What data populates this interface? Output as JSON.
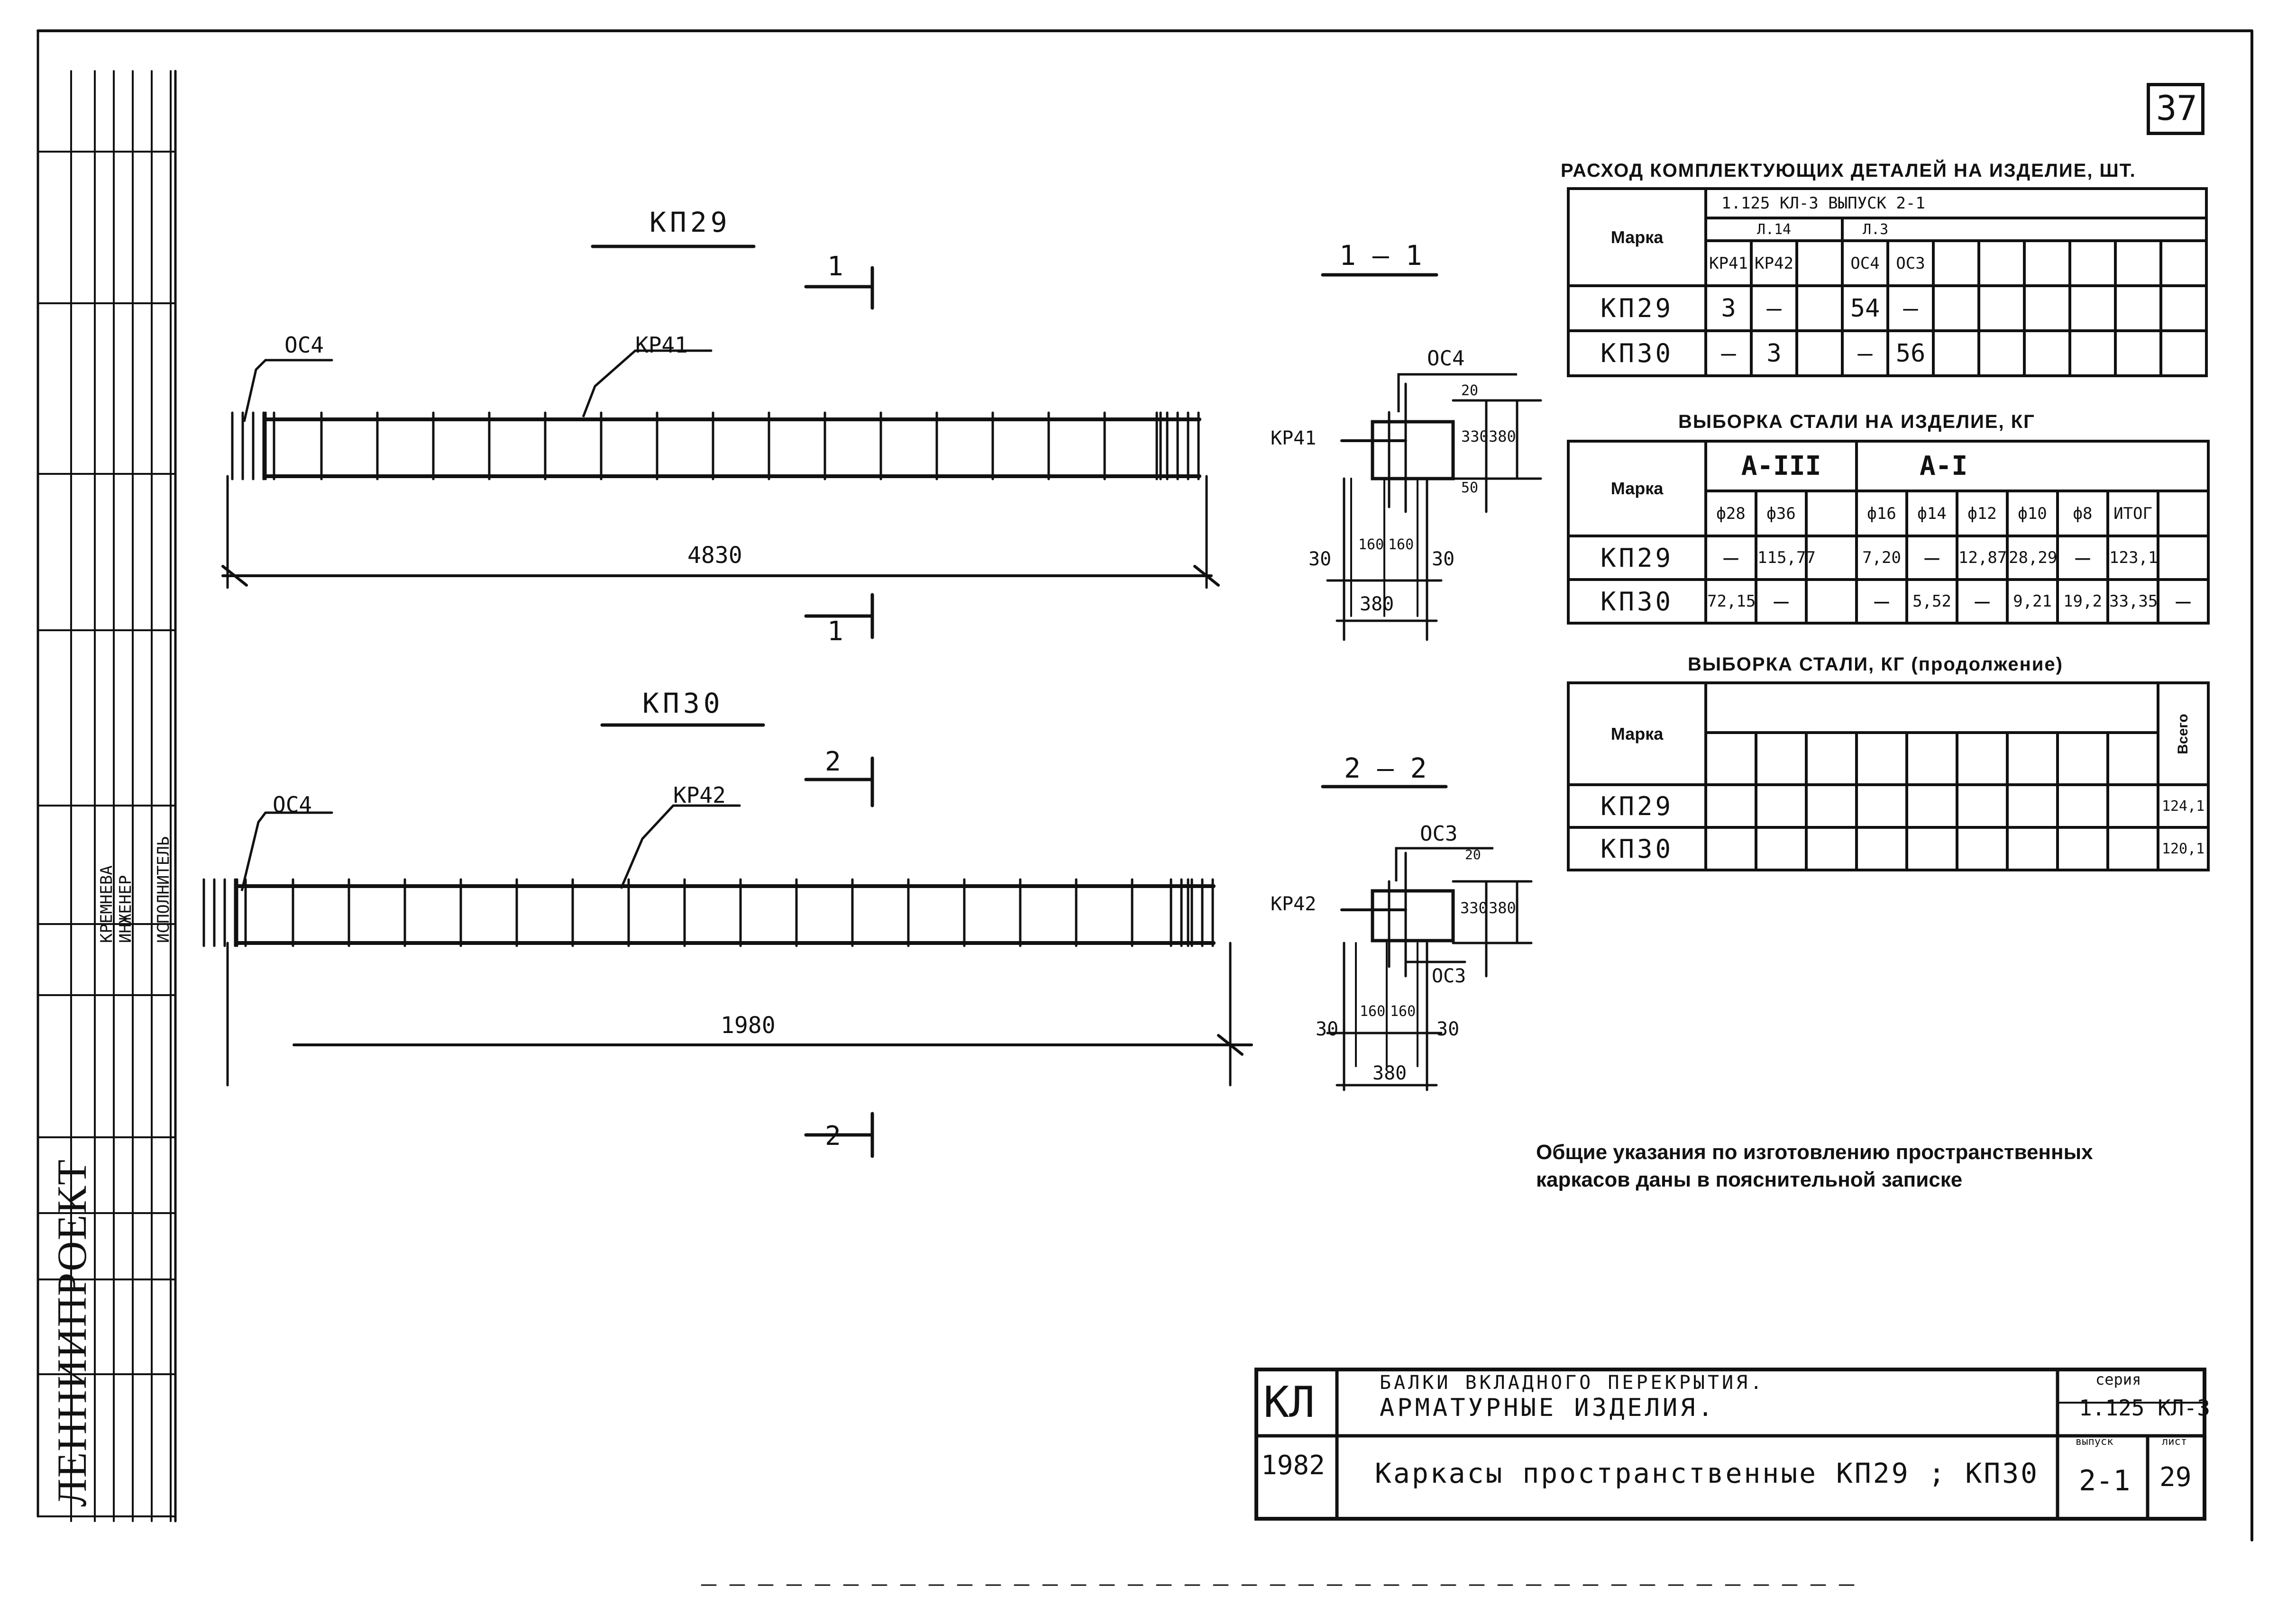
{
  "sheet_number": "37",
  "drawings": {
    "kp29": {
      "title": "КП29",
      "bar_label": "КР41",
      "start_label": "ОС4",
      "length": "4830",
      "section_mark": "1",
      "section_mark_bottom": "1"
    },
    "kp30": {
      "title": "КП30",
      "bar_label": "КР42",
      "start_label": "ОС4",
      "length": "1980",
      "section_mark": "2",
      "section_mark_bottom": "2"
    },
    "section1": {
      "title": "1 — 1",
      "top_label": "ОС4",
      "side_label": "КР41",
      "dims": {
        "d20": "20",
        "d330": "330",
        "d380": "380",
        "d50": "50",
        "d30l": "30",
        "d160a": "160",
        "d160b": "160",
        "d30r": "30",
        "width": "380"
      }
    },
    "section2": {
      "title": "2 — 2",
      "top_label": "ОС3",
      "mid_label": "ОС3",
      "side_label": "КР42",
      "dims": {
        "d20": "20",
        "d330": "330",
        "d380": "380",
        "d30l": "30",
        "d160a": "160",
        "d160b": "160",
        "d30r": "30",
        "width": "380"
      }
    }
  },
  "table1": {
    "caption": "РАСХОД КОМПЛЕКТУЮЩИХ ДЕТАЛЕЙ НА ИЗДЕЛИЕ, ШТ.",
    "mark_header": "Марка",
    "doc_header": "1.125 КЛ-3 ВЫПУСК 2-1",
    "groups": [
      "Л.14",
      "Л.3"
    ],
    "columns": [
      "КР41",
      "КР42",
      "",
      "ОС4",
      "ОС3",
      "",
      "",
      "",
      "",
      "",
      ""
    ],
    "rows": [
      {
        "mark": "КП29",
        "cells": [
          "3",
          "—",
          "",
          "54",
          "—",
          "",
          "",
          "",
          "",
          "",
          ""
        ]
      },
      {
        "mark": "КП30",
        "cells": [
          "—",
          "3",
          "",
          "—",
          "56",
          "",
          "",
          "",
          "",
          "",
          ""
        ]
      }
    ]
  },
  "table2": {
    "caption": "ВЫБОРКА СТАЛИ НА ИЗДЕЛИЕ, КГ",
    "mark_header": "Марка",
    "groups": [
      "А-III",
      "А-I"
    ],
    "columns": [
      "ф28",
      "ф36",
      "",
      "ф16",
      "ф14",
      "ф12",
      "ф10",
      "ф8",
      "ИТОГ",
      ""
    ],
    "rows": [
      {
        "mark": "КП29",
        "cells": [
          "—",
          "115,77",
          "",
          "7,20",
          "—",
          "12,87",
          "28,29",
          "—",
          "123,1",
          ""
        ]
      },
      {
        "mark": "КП30",
        "cells": [
          "72,15",
          "—",
          "",
          "—",
          "5,52",
          "—",
          "9,21",
          "19,2",
          "33,35",
          "—"
        ]
      }
    ]
  },
  "table3": {
    "caption": "ВЫБОРКА СТАЛИ, КГ (продолжение)",
    "mark_header": "Марка",
    "total_header": "Всего",
    "rows": [
      {
        "mark": "КП29",
        "total": "124,1"
      },
      {
        "mark": "КП30",
        "total": "120,1"
      }
    ]
  },
  "note": {
    "line1": "Общие указания по изготовлению пространственных",
    "line2": "каркасов даны в пояснительной записке"
  },
  "title_block": {
    "code": "КЛ",
    "year": "1982",
    "line1": "БАЛКИ ВКЛАДНОГО ПЕРЕКРЫТИЯ.",
    "line2": "АРМАТУРНЫЕ ИЗДЕЛИЯ.",
    "line3": "Каркасы пространственные КП29 ; КП30",
    "series_label": "серия",
    "series": "1.125 КЛ-3",
    "issue_label": "выпуск",
    "issue": "2-1",
    "sheet_label": "лист",
    "sheet": "29"
  },
  "side_stamp": {
    "organization": "ЛЕННИИПРОЕКТ",
    "approval_words": [
      "ИНЖЕНЕР",
      "КРЕМНЕВА",
      "ИСПОЛНИТЕЛЬ"
    ]
  }
}
